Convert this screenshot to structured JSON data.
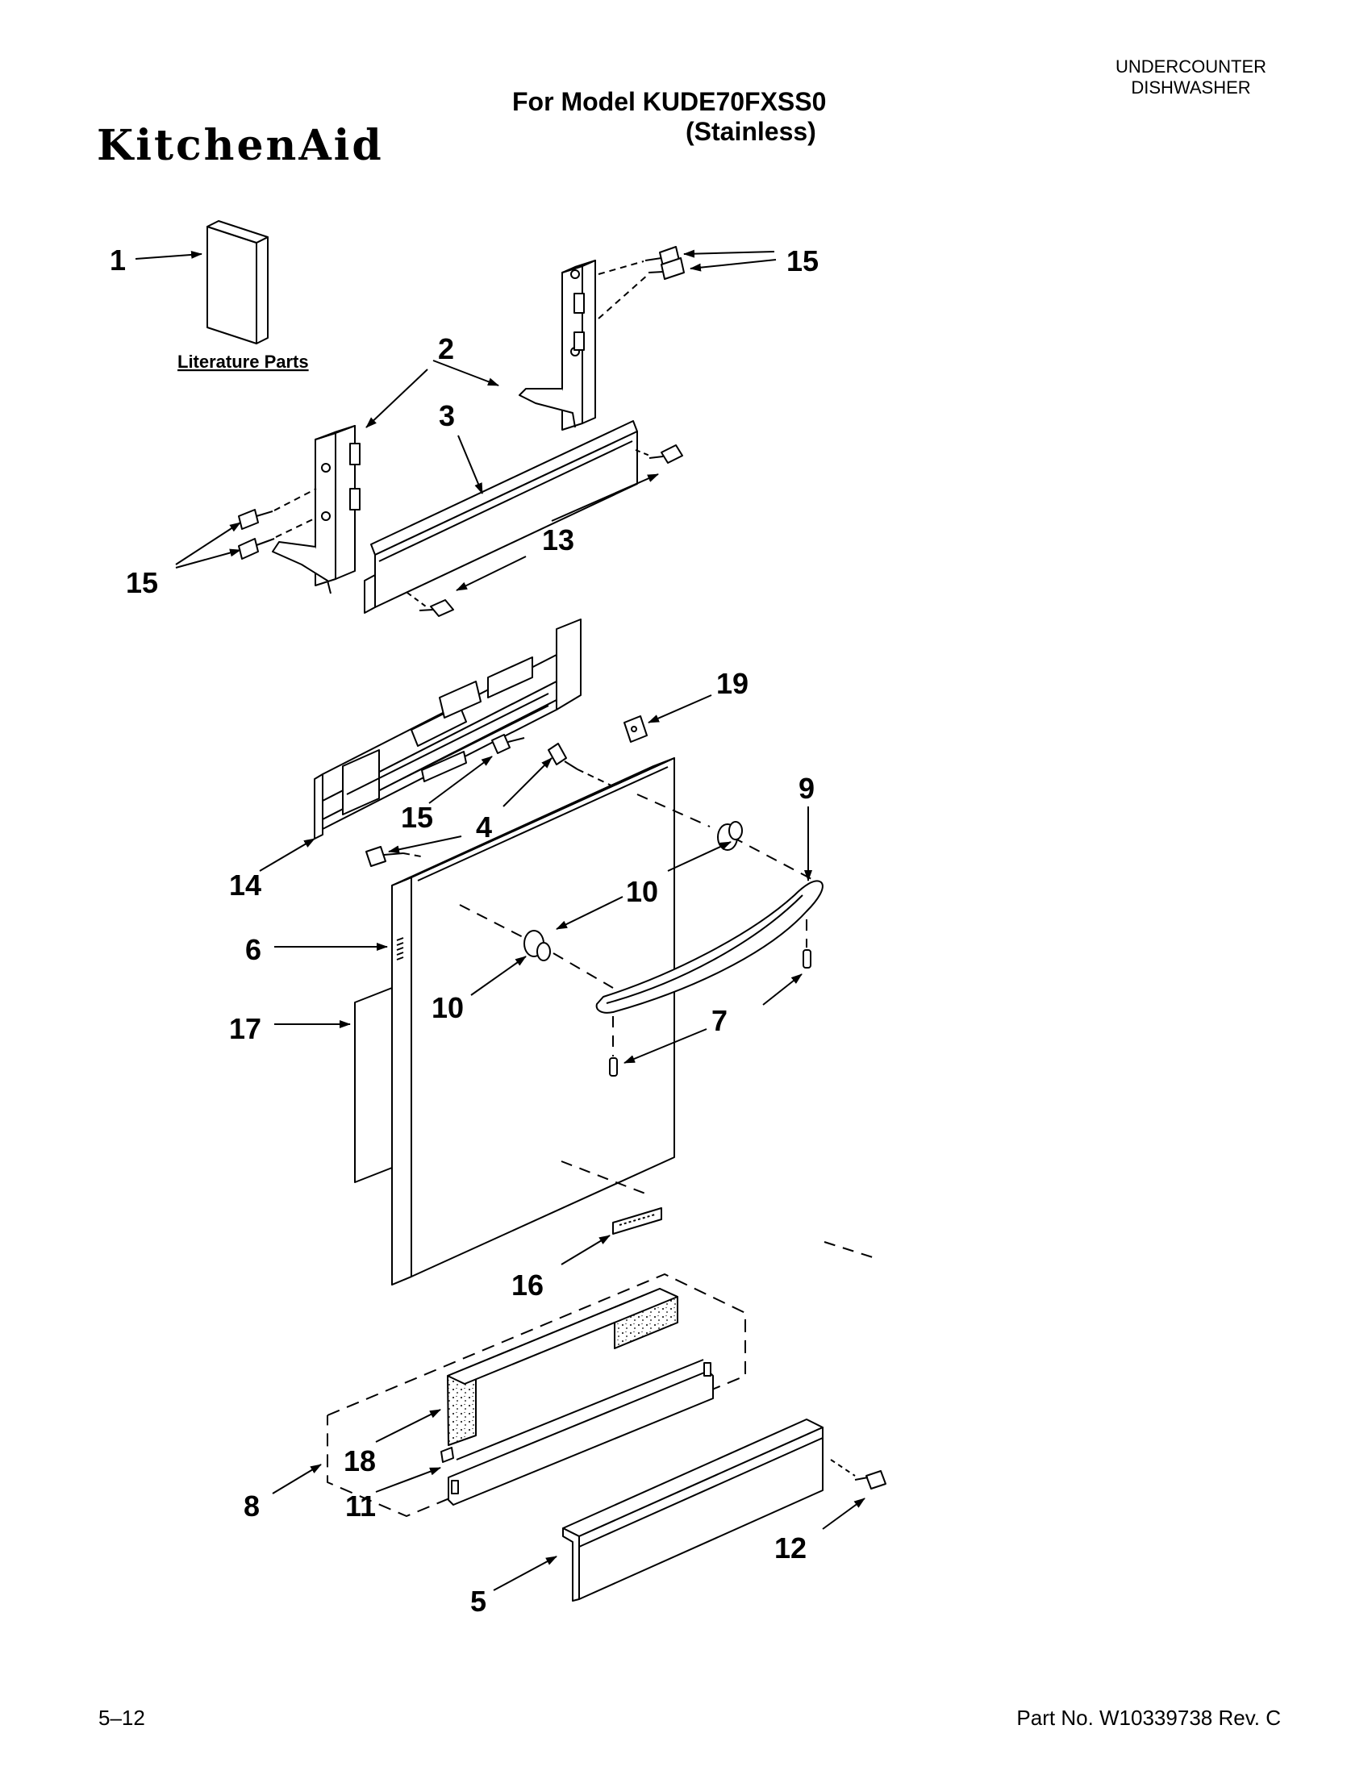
{
  "header": {
    "category_line1": "UNDERCOUNTER",
    "category_line2": "DISHWASHER",
    "model_line": "For Model KUDE70FXSS0",
    "finish_line": "(Stainless)",
    "brand": "KitchenAid"
  },
  "footer": {
    "page_number": "5–12",
    "part_number": "Part No. W10339738 Rev. C"
  },
  "diagram": {
    "literature_label": "Literature Parts",
    "callouts": {
      "c1": "1",
      "c2": "2",
      "c3": "3",
      "c4": "4",
      "c5": "5",
      "c6": "6",
      "c7": "7",
      "c8": "8",
      "c9": "9",
      "c10a": "10",
      "c10b": "10",
      "c11": "11",
      "c12": "12",
      "c13": "13",
      "c14": "14",
      "c15a": "15",
      "c15b": "15",
      "c15c": "15",
      "c16": "16",
      "c17": "17",
      "c18": "18",
      "c19": "19"
    }
  }
}
